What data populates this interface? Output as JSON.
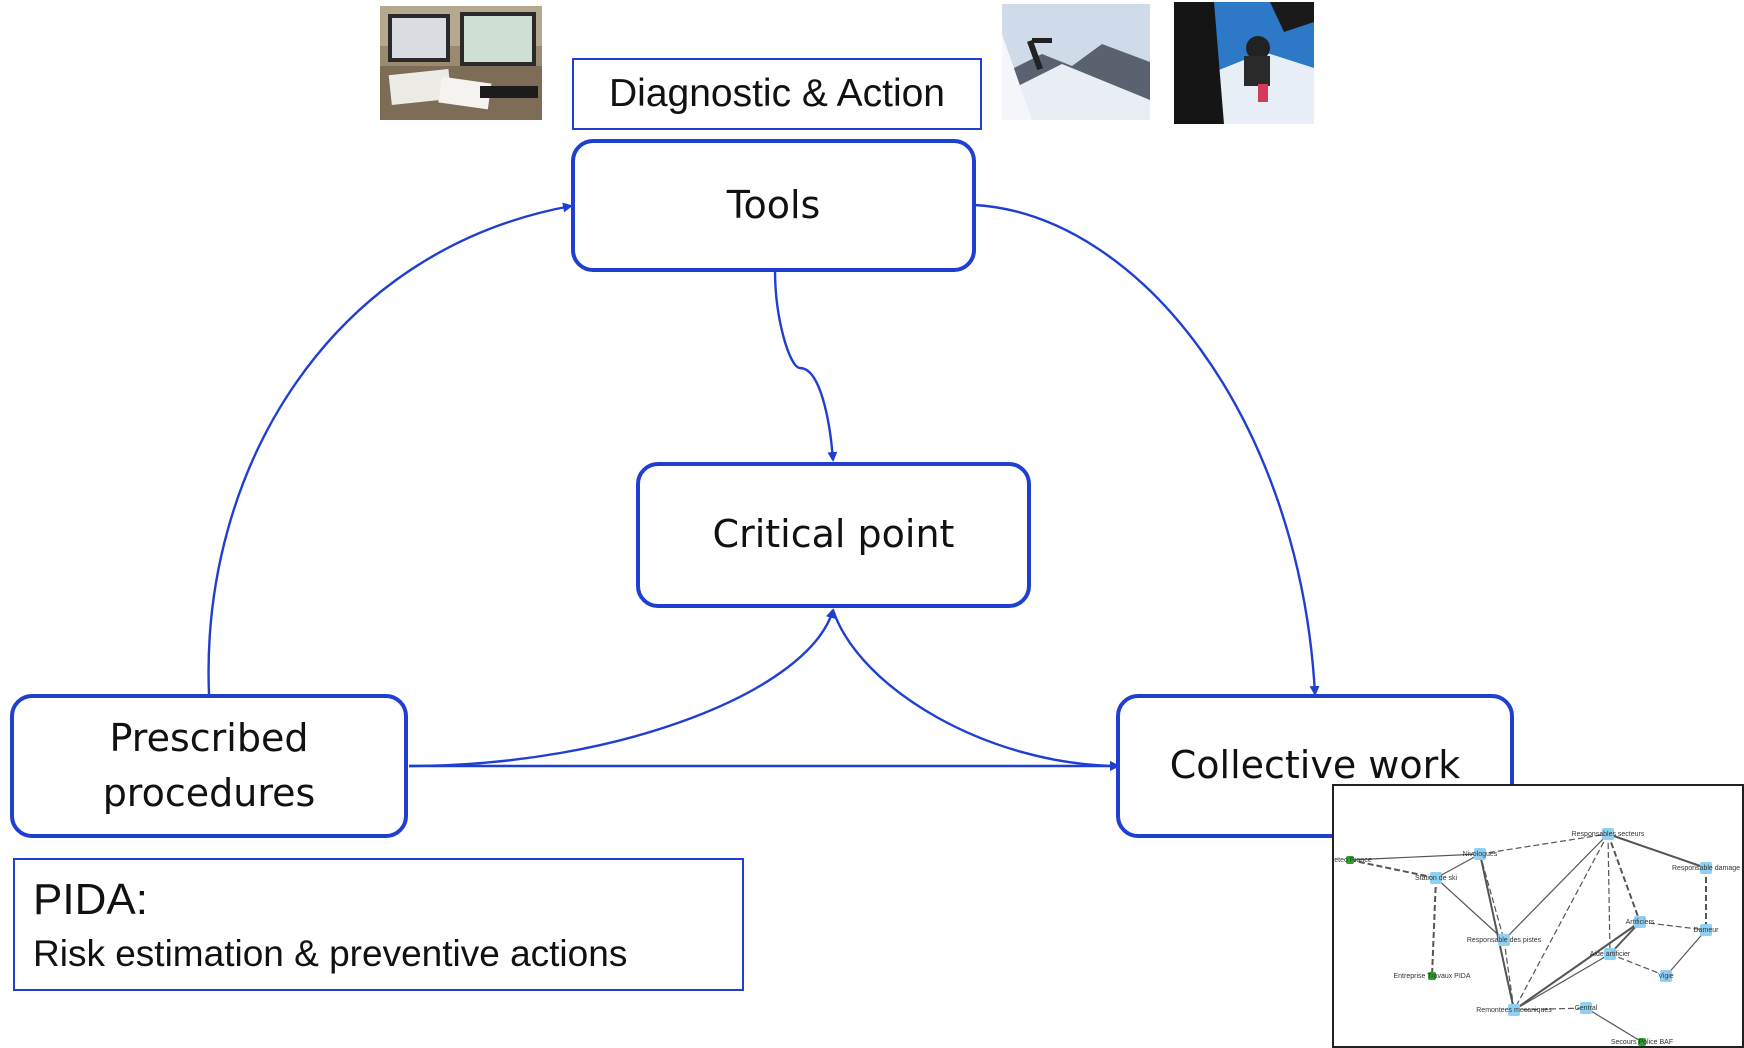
{
  "nodes": {
    "tools": "Tools",
    "critical_point": "Critical point",
    "prescribed_line1": "Prescribed",
    "prescribed_line2": "procedures",
    "collective_work": "Collective work"
  },
  "labels": {
    "diagnostic": "Diagnostic & Action",
    "pida_title": "PIDA:",
    "pida_subtitle": "Risk estimation & preventive actions"
  },
  "network": {
    "nodes": [
      "Meteo France",
      "Station de ski",
      "Nivologues",
      "Responsables secteurs",
      "Responsable damage",
      "Responsable des pistes",
      "Artificiers",
      "Dameur",
      "Aide artificier",
      "Vigie",
      "Entreprise Travaux PIDA",
      "Remontees mecaniques",
      "Central",
      "Secours Police BAF"
    ]
  },
  "colors": {
    "accent": "#1f3fd0",
    "network_node": "#8fd1f2",
    "network_node_external": "#2e9e2e"
  }
}
